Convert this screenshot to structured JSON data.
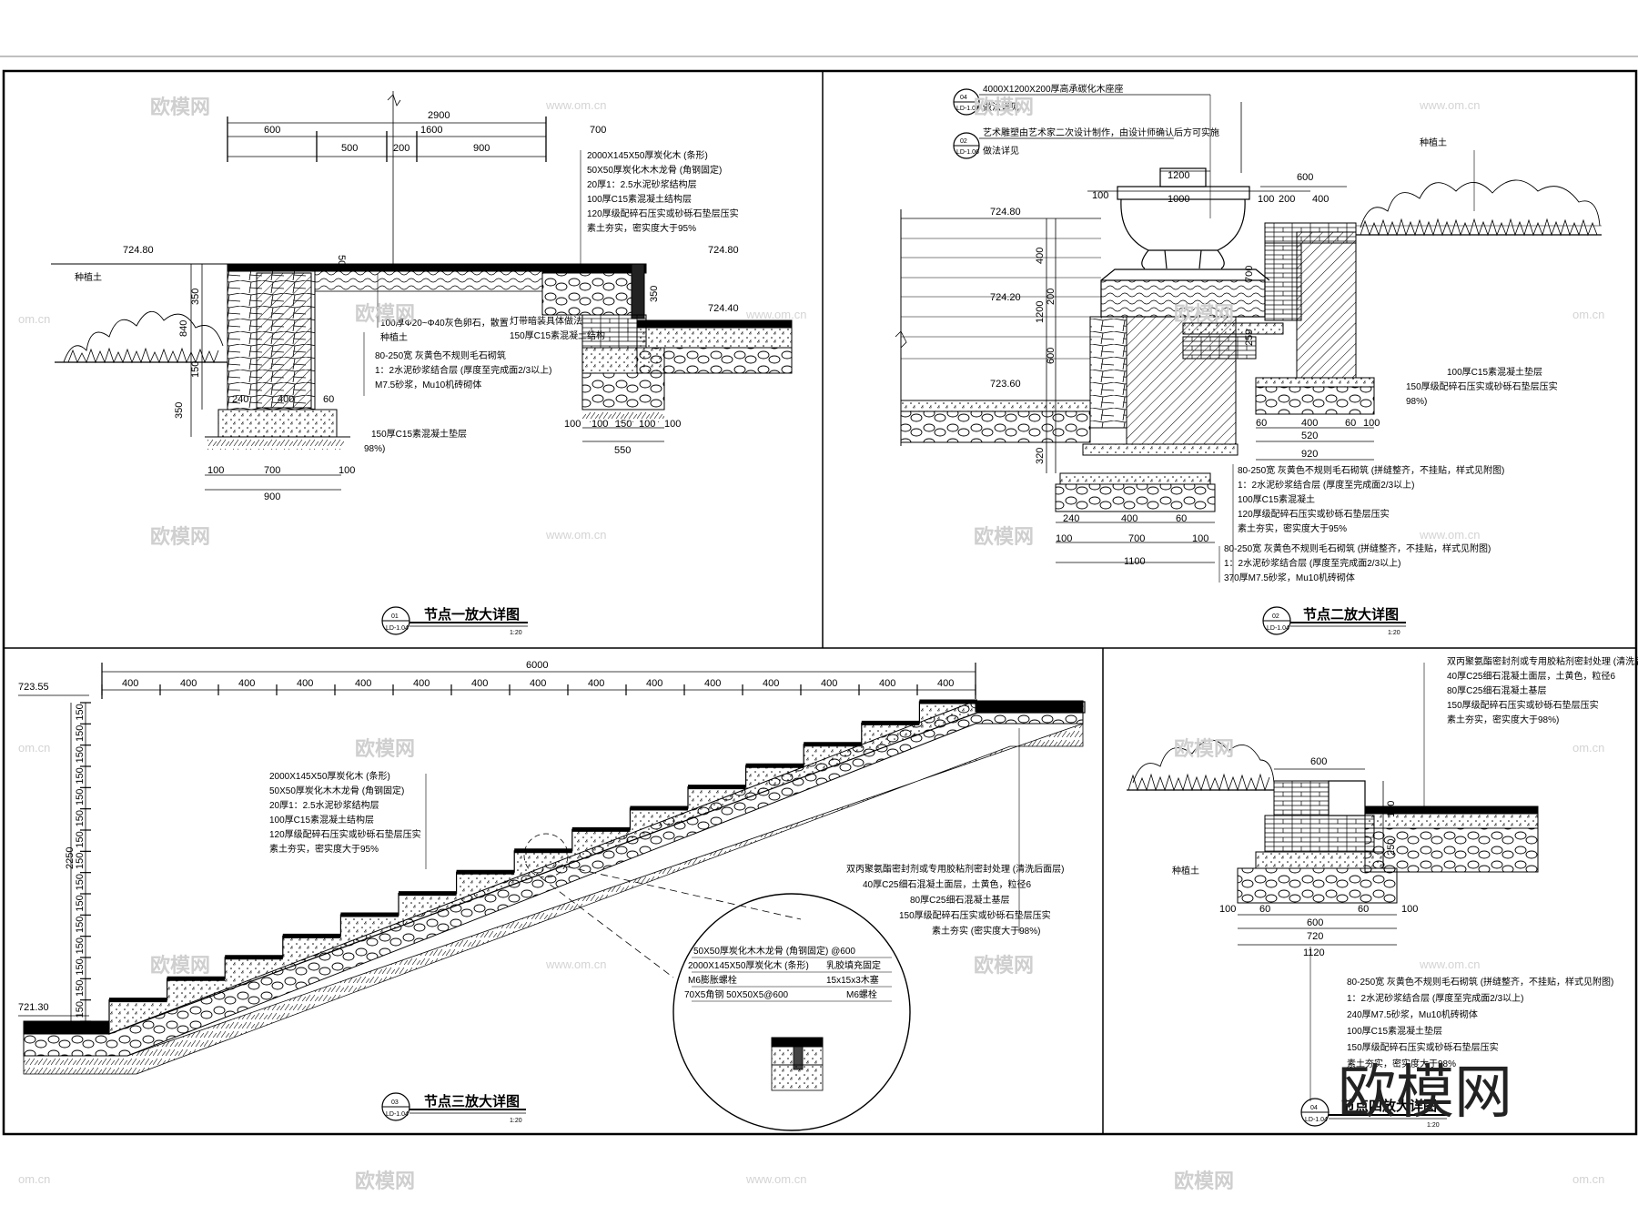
{
  "panels": {
    "node1": {
      "num": "01",
      "sheet": "LD-1.04",
      "title": "节点一放大详图",
      "scale": "1:20",
      "dims_top": [
        "2900",
        "600",
        "1600",
        "700",
        "500",
        "200",
        "900"
      ],
      "dims_bottom": [
        "100",
        "700",
        "100",
        "900"
      ],
      "dims_left": [
        "840",
        "350",
        "150",
        "350"
      ],
      "dims_mid": [
        "240",
        "400",
        "60"
      ],
      "dims_right": [
        "100",
        "100",
        "150",
        "100",
        "100",
        "550",
        "350",
        "50"
      ],
      "elev_left": "724.80",
      "elev_right1": "724.80",
      "elev_right2": "724.40",
      "plant_label": "种植土",
      "notes": [
        "2000X145X50厚炭化木 (条形)",
        "50X50厚炭化木木龙骨 (角钢固定)",
        "20厚1：2.5水泥砂浆结构层",
        "100厚C15素混凝土结构层",
        "120厚级配碎石压实或砂砾石垫层压实",
        "素土夯实，密实度大于95%"
      ],
      "notes_mid": [
        "100厚Φ20~Φ40灰色卵石，散置",
        "种植土"
      ],
      "notes_mid2": [
        "灯带暗装具体做法",
        "150厚C15素混凝土结构"
      ],
      "notes_low": [
        "80-250宽 灰黄色不规则毛石砌筑",
        "1：2水泥砂浆结合层 (厚度至完成面2/3以上)",
        "M7.5砂浆，Mu10机砖砌体"
      ],
      "notes_bottom": [
        "150厚C15素混凝土垫层",
        "98%)"
      ]
    },
    "node2": {
      "num": "02",
      "sheet": "LD-1.04",
      "title": "节点二放大详图",
      "scale": "1:20",
      "ref1_num": "04",
      "ref1_sheet": "LD-1.06",
      "ref1_text": "4000X1200X200厚高承碳化木座座",
      "ref1_sub": "做法详见",
      "ref2_num": "02",
      "ref2_sheet": "LD-1.06",
      "ref2_text": "艺术雕塑由艺术家二次设计制作，由设计师确认后方可实施",
      "ref2_sub": "做法详见",
      "dims_top": [
        "1200",
        "1000",
        "100",
        "100",
        "200",
        "600",
        "400"
      ],
      "dims_left": [
        "400",
        "1200",
        "200",
        "600",
        "320"
      ],
      "dims_mid": [
        "700",
        "259"
      ],
      "dims_bottom": [
        "240",
        "400",
        "60",
        "100",
        "700",
        "100",
        "1100"
      ],
      "dims_right": [
        "60",
        "400",
        "60",
        "100",
        "520",
        "920"
      ],
      "elevs": [
        "724.80",
        "724.20",
        "723.60"
      ],
      "plant_label": "种植土",
      "notes_right": [
        "100厚C15素混凝土垫层",
        "150厚级配碎石压实或砂砾石垫层压实",
        "98%)"
      ],
      "notes_bottom": [
        "80-250宽 灰黄色不规则毛石砌筑 (拼缝整齐，不挂贴，样式见附图)",
        "1：2水泥砂浆结合层 (厚度至完成面2/3以上)",
        "100厚C15素混凝土",
        "120厚级配碎石压实或砂砾石垫层压实",
        "素土夯实，密实度大于95%",
        "80-250宽 灰黄色不规则毛石砌筑 (拼缝整齐，不挂贴，样式见附图)",
        "1：2水泥砂浆结合层 (厚度至完成面2/3以上)",
        "370厚M7.5砂浆，Mu10机砖砌体"
      ]
    },
    "node3": {
      "num": "03",
      "sheet": "LD-1.04",
      "title": "节点三放大详图",
      "scale": "1:20",
      "total": "6000",
      "tread": "400",
      "riser": "150",
      "height_total": "2250",
      "elev_top": "723.55",
      "elev_bottom": "721.30",
      "notes": [
        "2000X145X50厚炭化木 (条形)",
        "50X50厚炭化木木龙骨 (角钢固定)",
        "20厚1：2.5水泥砂浆结构层",
        "100厚C15素混凝土结构层",
        "120厚级配碎石压实或砂砾石垫层压实",
        "素土夯实，密实度大于95%"
      ],
      "notes_right": [
        "双丙聚氨酯密封剂或专用胶粘剂密封处理 (清洗后面层)",
        "40厚C25细石混凝土面层，土黄色，粒径6",
        "80厚C25细石混凝土基层",
        "150厚级配碎石压实或砂砾石垫层压实",
        "素土夯实 (密实度大于98%)"
      ],
      "detail": [
        "50X50厚炭化木木龙骨 (角钢固定) @600",
        "2000X145X50厚炭化木 (条形)",
        "M6膨胀螺栓",
        "70X5角钢 50X50X5@600"
      ],
      "detail_right": [
        "乳胶填充固定",
        "15x15x3木塞",
        "M6螺栓"
      ]
    },
    "node4": {
      "num": "04",
      "sheet": "LD-1.04",
      "title": "节点四放大详图",
      "scale": "1:20",
      "dims_top": [
        "600"
      ],
      "dims_right": [
        "150",
        "250"
      ],
      "dims_bottom": [
        "100",
        "60",
        "600",
        "60",
        "100",
        "720",
        "1120"
      ],
      "plant_label": "种植土",
      "notes_top": [
        "双丙聚氨酯密封剂或专用胶粘剂密封处理 (清洗后面层)",
        "40厚C25细石混凝土面层，土黄色，粒径6",
        "80厚C25细石混凝土基层",
        "150厚级配碎石压实或砂砾石垫层压实",
        "素土夯实，密实度大于98%)"
      ],
      "notes_bottom": [
        "80-250宽 灰黄色不规则毛石砌筑 (拼缝整齐，不挂贴，样式见附图)",
        "1：2水泥砂浆结合层 (厚度至完成面2/3以上)",
        "240厚M7.5砂浆，Mu10机砖砌体",
        "100厚C15素混凝土垫层",
        "150厚级配碎石压实或砂砾石垫层压实",
        "素土夯实，密实度大于98%"
      ]
    }
  },
  "watermarks": {
    "cn": "欧模网",
    "url": "www.om.cn",
    "url_short": "om.cn",
    "brand": "欧模网"
  }
}
